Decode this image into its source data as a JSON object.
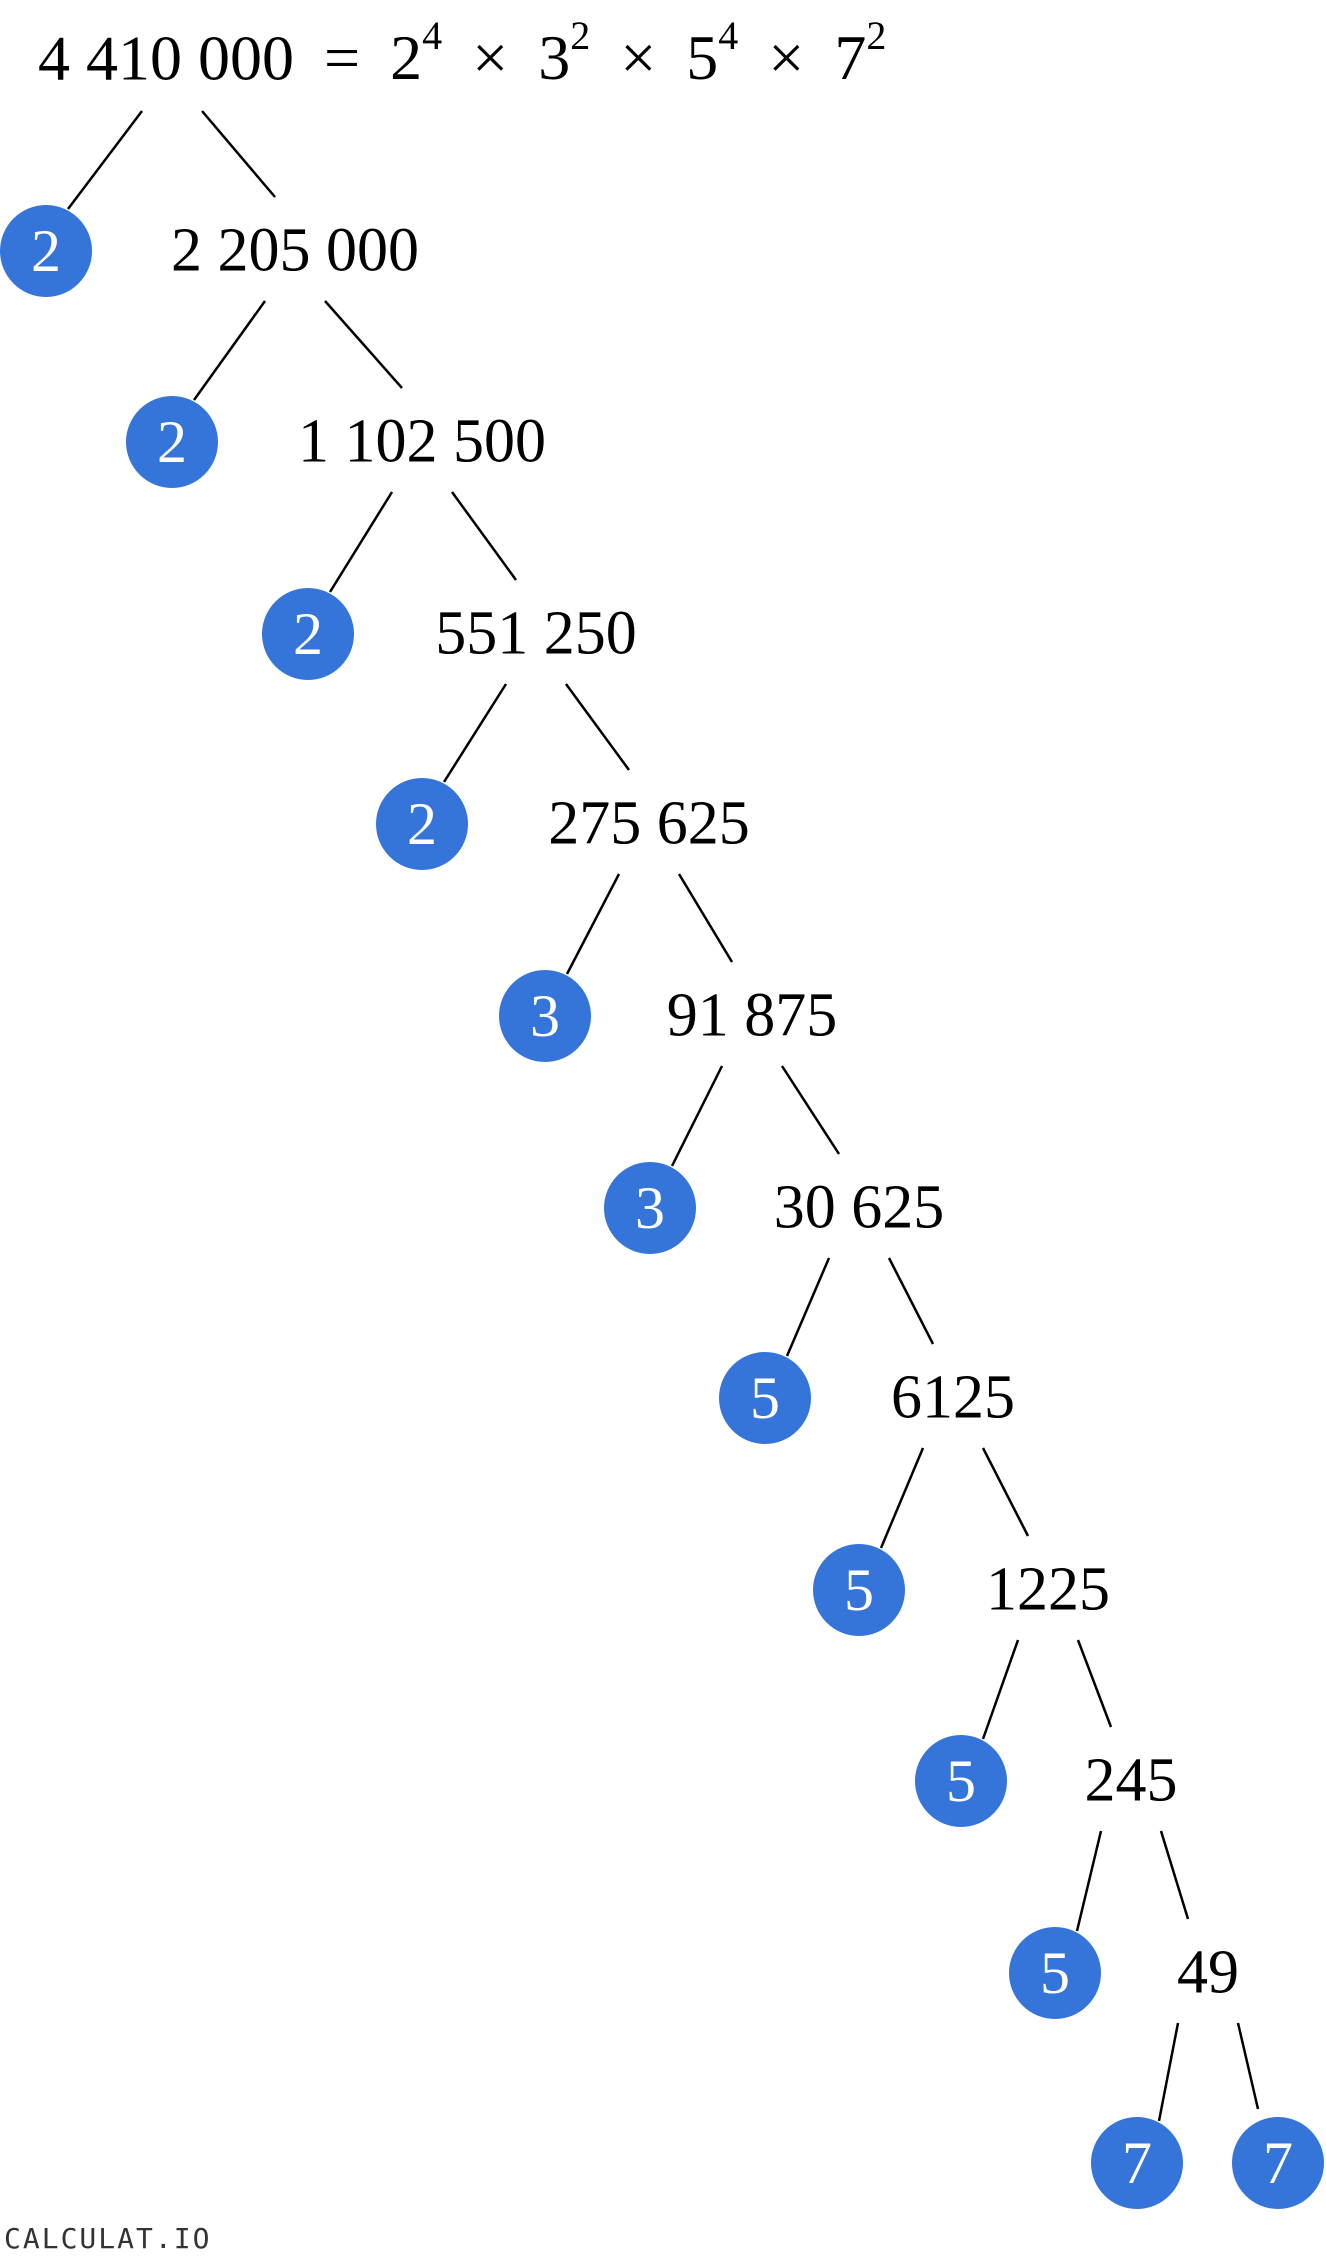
{
  "title": {
    "number": "4 410 000",
    "equals": "=",
    "times": "×",
    "factors": [
      {
        "base": "2",
        "exp": "4"
      },
      {
        "base": "3",
        "exp": "2"
      },
      {
        "base": "5",
        "exp": "4"
      },
      {
        "base": "7",
        "exp": "2"
      }
    ]
  },
  "tree": {
    "quotients": [
      "2 205 000",
      "1 102 500",
      "551 250",
      "275 625",
      "91 875",
      "30 625",
      "6125",
      "1225",
      "245",
      "49"
    ],
    "primes": [
      "2",
      "2",
      "2",
      "2",
      "3",
      "3",
      "5",
      "5",
      "5",
      "5",
      "7",
      "7"
    ]
  },
  "colors": {
    "prime_circle": "#3574d9"
  },
  "logo": "CALCULAT.IO"
}
